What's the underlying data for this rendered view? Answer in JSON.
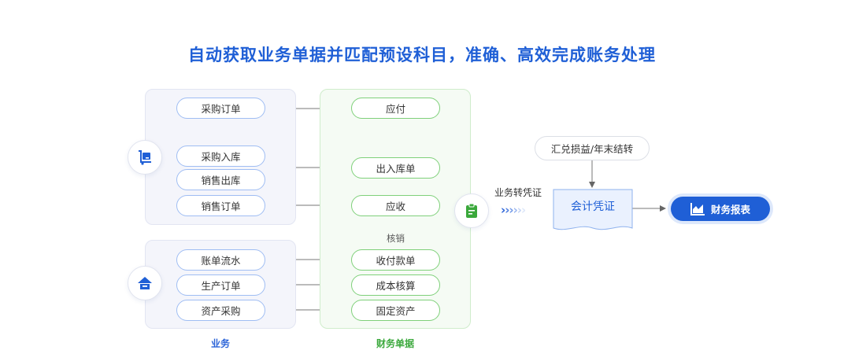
{
  "title": "自动获取业务单据并匹配预设科目，准确、高效完成账务处理",
  "business": {
    "caption": "业务",
    "items": [
      "采购订单",
      "采购入库",
      "销售出库",
      "销售订单",
      "账单流水",
      "生产订单",
      "资产采购"
    ]
  },
  "finance": {
    "caption": "财务单据",
    "items": [
      "应付",
      "出入库单",
      "应收",
      "收付款单",
      "成本核算",
      "固定资产"
    ],
    "verify_label": "核销"
  },
  "transfer_label": "业务转凭证",
  "summary": "汇兑损益/年末结转",
  "voucher": "会计凭证",
  "report": "财务报表",
  "icons": {
    "business_top": "cart-icon",
    "business_bottom": "house-icon",
    "finance": "clipboard-icon",
    "report": "chart-icon"
  },
  "colors": {
    "title": "#1f5fd6",
    "business": "#2a63d8",
    "finance": "#3aa83b",
    "report_bg": "#1f5fd6"
  }
}
